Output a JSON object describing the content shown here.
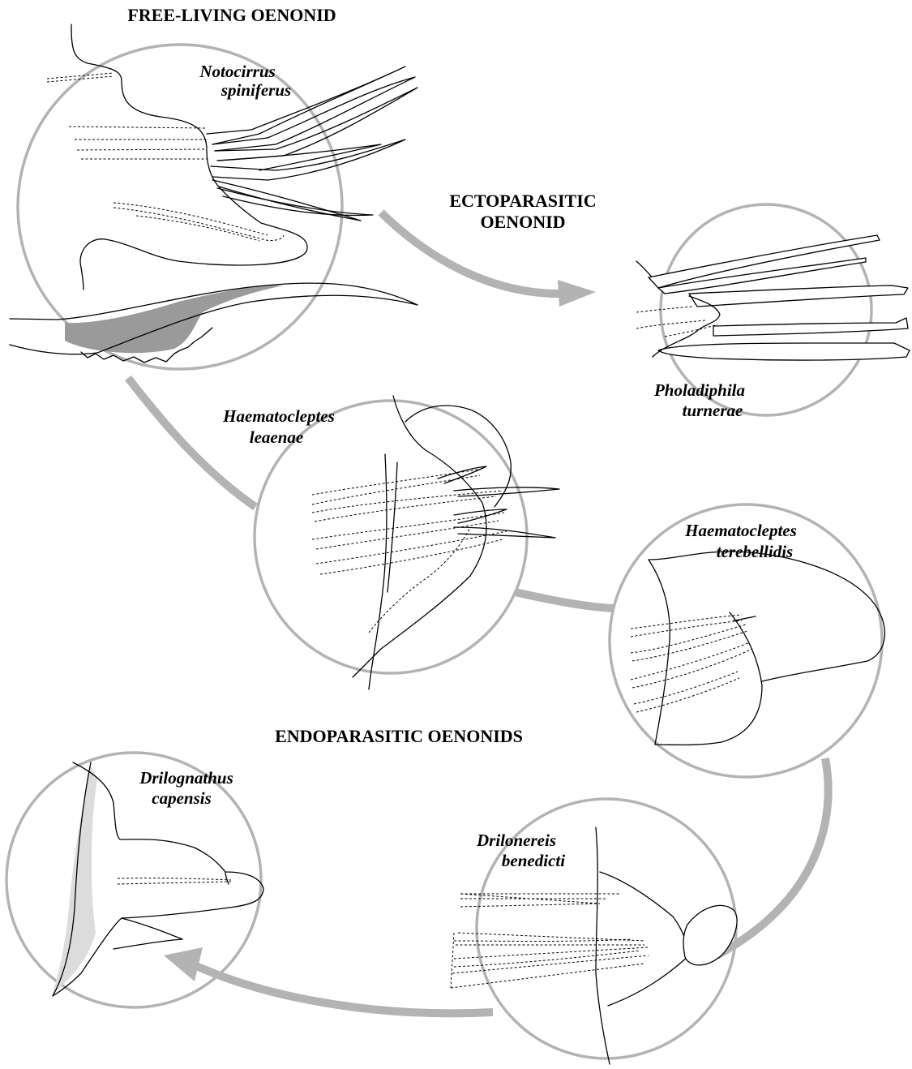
{
  "headings": {
    "free_living": "FREE-LIVING OENONID",
    "ectoparasitic_line1": "ECTOPARASITIC",
    "ectoparasitic_line2": "OENONID",
    "endoparasitic": "ENDOPARASITIC OENONIDS"
  },
  "species": {
    "notocirrus": {
      "genus": "Notocirrus",
      "epithet": "spiniferus"
    },
    "pholadiphila": {
      "genus": "Pholadiphila",
      "epithet": "turnerae"
    },
    "h_leaenae": {
      "genus": "Haematocleptes",
      "epithet": "leaenae"
    },
    "h_terebellidis": {
      "genus": "Haematocleptes",
      "epithet": "terebellidis"
    },
    "drilonereis": {
      "genus": "Drilonereis",
      "epithet": "benedicti"
    },
    "drilognathus": {
      "genus": "Drilognathus",
      "epithet": "capensis"
    }
  },
  "colors": {
    "ring": "#b3b3b3",
    "arrow": "#b3b3b3",
    "ink": "#000000",
    "hatch": "#9a9a9a",
    "background": "#ffffff"
  }
}
